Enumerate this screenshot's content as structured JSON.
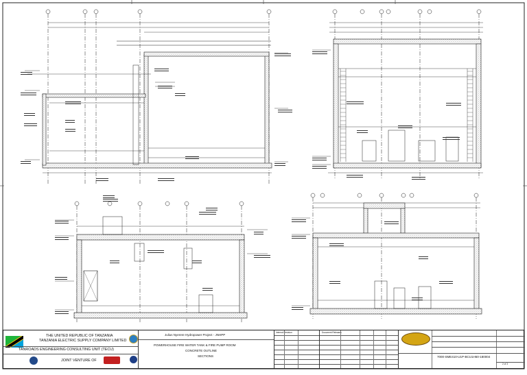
{
  "title_block": {
    "client_line1": "THE UNITED REPUBLIC OF TANZANIA",
    "client_line2": "TANZANIA ELECTRIC SUPPLY COMPANY LIMITED",
    "consultant": "TANROADS ENGINEERING CONSULTING UNIT (TECU)",
    "joint_venture": "JOINT VENTURE OF",
    "project": "Julius Nyerere Hydropower Project - JNHPP",
    "title_line1": "POWERHOUSE FIRE WATER TANK & FIRE PUMP ROOM",
    "title_line2": "CONCRETE OUTLINE",
    "title_line3": "SECTIONS",
    "header_revisions": "Internal Revision",
    "header_releases": "Document Releases",
    "drawing_no": "7000-SME410-U1P-BCU1H60-180004",
    "sheet": "2 of 3"
  },
  "colors": {
    "ink": "#1a1a1a",
    "concrete_hatch": "#666666",
    "flag_green": "#1eb53a",
    "flag_blue": "#00a3dd",
    "flag_yellow": "#fcd116"
  },
  "icons": [
    "tanzania-flag-icon",
    "emblem-icon",
    "contractor-logo-icon"
  ]
}
